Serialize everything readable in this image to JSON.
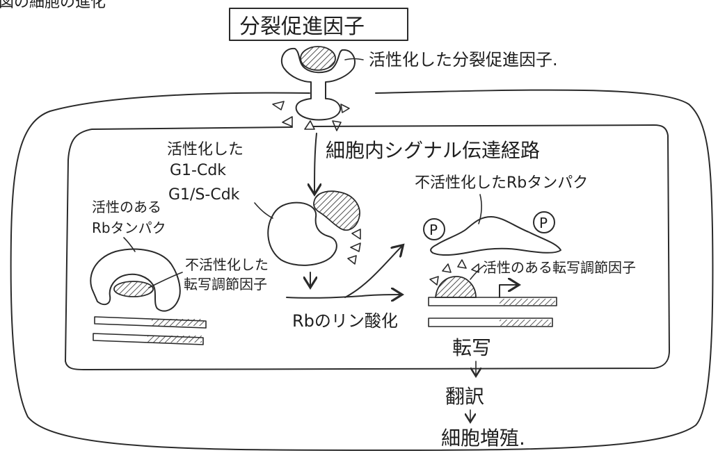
{
  "top_cut_text": "図の細胞の進化",
  "labels": {
    "growth_factor": "分裂促進因子",
    "activated_growth_factor": "活性化した分裂促進因子.",
    "intracellular_pathway": "細胞内シグナル伝達経路",
    "activated_cdk_title": "活性化した",
    "g1_cdk": "G1-Cdk",
    "g1s_cdk": "G1/S-Cdk",
    "active_rb_line1": "活性のある",
    "active_rb_line2": "Rbタンパク",
    "inactive_tf_line1": "不活性化した",
    "inactive_tf_line2": "転写調節因子",
    "rb_phosphorylation": "Rbのリン酸化",
    "inactivated_rb": "不活性化したRbタンパク",
    "phospho_p": "P",
    "active_tf": "活性のある転写調節因子",
    "transcription": "転写",
    "translation": "翻訳",
    "proliferation": "細胞増殖."
  },
  "colors": {
    "ink": "#2a2a2a",
    "paper": "#ffffff"
  }
}
